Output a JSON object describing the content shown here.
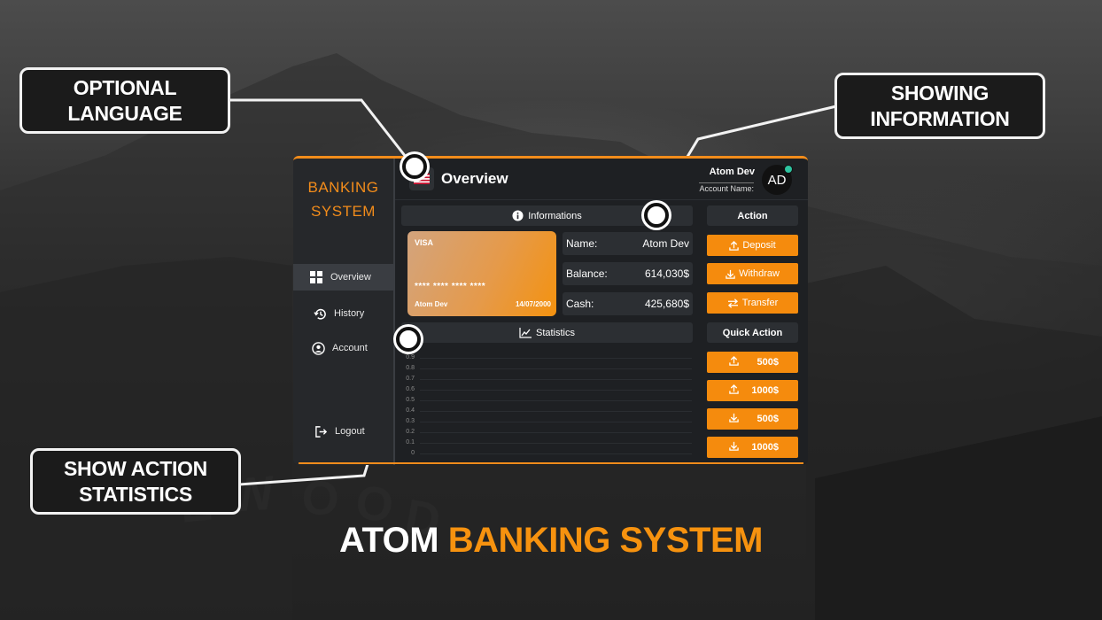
{
  "callouts": {
    "language": "OPTIONAL\nLANGUAGE",
    "information": "SHOWING\nINFORMATION",
    "statistics": "SHOW ACTION\nSTATISTICS"
  },
  "app": {
    "brand_line1": "BANKING",
    "brand_line2": "SYSTEM",
    "accent_color": "#f28c1b",
    "sidebar": {
      "items": [
        {
          "label": "Overview",
          "icon": "grid-icon"
        },
        {
          "label": "History",
          "icon": "history-icon"
        },
        {
          "label": "Account",
          "icon": "user-circle-icon"
        }
      ],
      "logout": {
        "label": "Logout",
        "icon": "logout-icon"
      }
    },
    "header": {
      "title": "Overview",
      "flag_icon": "us-flag-icon",
      "account_name": "Atom Dev",
      "account_label": "Account Name:",
      "avatar": "AD"
    },
    "info_panel": {
      "title": "Informations",
      "card": {
        "brand": "VISA",
        "number": "**** **** **** ****",
        "holder": "Atom Dev",
        "expiry": "14/07/2000"
      },
      "rows": [
        {
          "key": "Name:",
          "value": "Atom Dev"
        },
        {
          "key": "Balance:",
          "value": "614,030$"
        },
        {
          "key": "Cash:",
          "value": "425,680$"
        }
      ]
    },
    "actions": {
      "title": "Action",
      "buttons": [
        {
          "label": "Deposit",
          "icon": "upload-icon"
        },
        {
          "label": "Withdraw",
          "icon": "download-icon"
        },
        {
          "label": "Transfer",
          "icon": "transfer-icon"
        }
      ]
    },
    "quick_actions": {
      "title": "Quick Action",
      "buttons": [
        {
          "label": "500$",
          "icon": "upload-icon"
        },
        {
          "label": "1000$",
          "icon": "upload-icon"
        },
        {
          "label": "500$",
          "icon": "download-icon"
        },
        {
          "label": "1000$",
          "icon": "download-icon"
        }
      ]
    },
    "statistics": {
      "title": "Statistics",
      "yticks": [
        "0.9",
        "0.8",
        "0.7",
        "0.6",
        "0.5",
        "0.4",
        "0.3",
        "0.2",
        "0.1",
        "0"
      ]
    }
  },
  "footer": {
    "word1": "ATOM",
    "word2": "BANKING SYSTEM"
  }
}
